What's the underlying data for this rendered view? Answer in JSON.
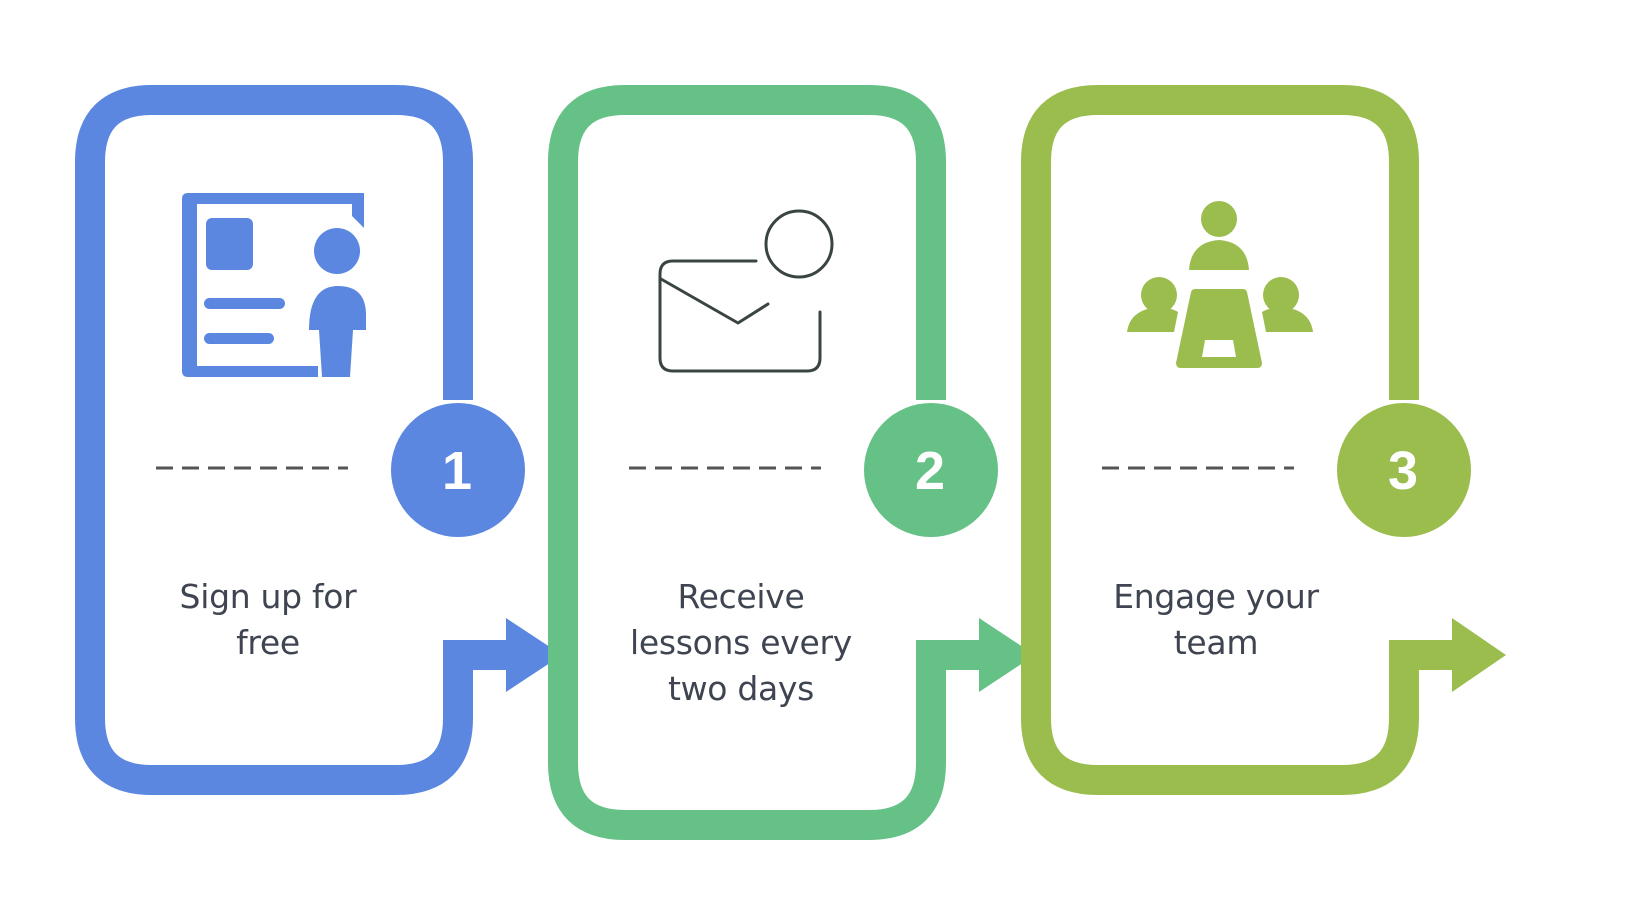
{
  "title": "Three-step onboarding process",
  "steps": [
    {
      "number": "1",
      "label": "Sign up for free",
      "icon": "presentation-board-person-icon",
      "color": "#5b87e0"
    },
    {
      "number": "2",
      "label": "Receive lessons every two days",
      "icon": "mail-notification-icon",
      "color": "#66c186"
    },
    {
      "number": "3",
      "label": "Engage your team",
      "icon": "team-meeting-table-icon",
      "color": "#9bbd4e"
    }
  ],
  "colors": {
    "text": "#3f4550",
    "divider": "#555555",
    "icon_outline": "#3b4540",
    "background": "#ffffff"
  }
}
